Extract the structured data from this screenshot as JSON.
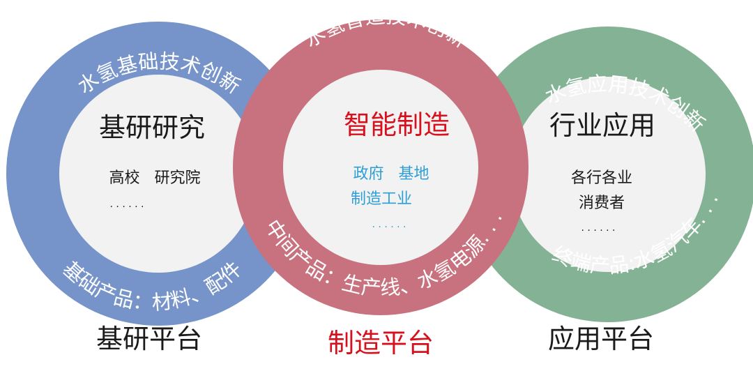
{
  "colors": {
    "blue_ring": "#7694c9",
    "red_ring": "#c7727e",
    "green_ring": "#83b295",
    "inner_fill": "#f1f2f1",
    "dark_text": "#1a1a1a",
    "red_text": "#d7101e",
    "cyan_text": "#2e9fd6",
    "ring_text": "#ffffff"
  },
  "platforms": [
    {
      "key": "basic",
      "arc_top": "水氢基础技术创新",
      "arc_bottom": "基础产品：材料、配件",
      "title": "基研研究",
      "lines": [
        "高校   研究院"
      ],
      "dots": "· · · · · ·",
      "caption": "基研平台"
    },
    {
      "key": "manufacturing",
      "arc_top": "水氢智造技术创新",
      "arc_bottom": "中间产品：生产线、水氢电源. . .",
      "title": "智能制造",
      "lines": [
        "政府   基地",
        "制造工业"
      ],
      "dots": "· · · · · ·",
      "caption": "制造平台"
    },
    {
      "key": "application",
      "arc_top": "水氢应用技术创新",
      "arc_bottom": "终端产品:水氢汽车. . .",
      "title": "行业应用",
      "lines": [
        "各行各业",
        "消费者"
      ],
      "dots": "· · · · · ·",
      "caption": "应用平台"
    }
  ]
}
